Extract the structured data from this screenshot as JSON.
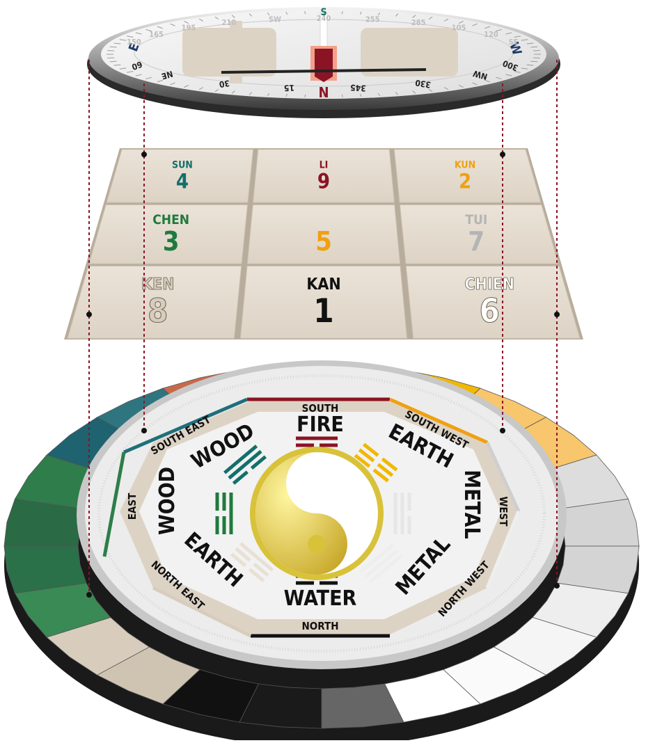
{
  "compass": {
    "north_letter": "N",
    "south_letter": "S",
    "east_letter": "E",
    "west_letter": "W",
    "inner_labels": [
      "15",
      "30",
      "NE",
      "60",
      "345",
      "330",
      "NW",
      "300"
    ],
    "outer_labels": [
      "150",
      "165",
      "195",
      "210",
      "SW",
      "240",
      "255",
      "285",
      "105",
      "120",
      "SE"
    ]
  },
  "lo_shu_grid": {
    "rows": [
      [
        {
          "name": "SUN",
          "number": "4",
          "color": "#12706a"
        },
        {
          "name": "LI",
          "number": "9",
          "color": "#8a1424"
        },
        {
          "name": "KUN",
          "number": "2",
          "color": "#f0a010"
        }
      ],
      [
        {
          "name": "CHEN",
          "number": "3",
          "color": "#1f7a3d"
        },
        {
          "name": "",
          "number": "5",
          "color": "#f0a010"
        },
        {
          "name": "TUI",
          "number": "7",
          "color": "#b4b4b4"
        }
      ],
      [
        {
          "name": "KEN",
          "number": "8",
          "color": "#d8cdbd"
        },
        {
          "name": "KAN",
          "number": "1",
          "color": "#111111"
        },
        {
          "name": "CHIEN",
          "number": "6",
          "color": "#ffffff"
        }
      ]
    ]
  },
  "bagua": {
    "sectors": [
      {
        "direction": "SOUTH",
        "element": "FIRE",
        "color": "#8a1424"
      },
      {
        "direction": "SOUTH WEST",
        "element": "EARTH",
        "color": "#f0a010"
      },
      {
        "direction": "WEST",
        "element": "METAL",
        "color": "#cfcfcf"
      },
      {
        "direction": "NORTH WEST",
        "element": "METAL",
        "color": "#eeeeee"
      },
      {
        "direction": "NORTH",
        "element": "WATER",
        "color": "#111111"
      },
      {
        "direction": "NORTH EAST",
        "element": "EARTH",
        "color": "#d8cdbd"
      },
      {
        "direction": "EAST",
        "element": "WOOD",
        "color": "#2e7d4a"
      },
      {
        "direction": "SOUTH EAST",
        "element": "WOOD",
        "color": "#1f6f7a"
      }
    ],
    "trigrams": [
      {
        "lines": [
          true,
          false,
          true
        ],
        "color": "#8a1424"
      },
      {
        "lines": [
          false,
          false,
          false
        ],
        "color": "#f0b800"
      },
      {
        "lines": [
          false,
          true,
          true
        ],
        "color": "#e6e6e6"
      },
      {
        "lines": [
          true,
          true,
          true
        ],
        "color": "#eeeeee"
      },
      {
        "lines": [
          false,
          true,
          false
        ],
        "color": "#111111"
      },
      {
        "lines": [
          true,
          false,
          false
        ],
        "color": "#e8e0d4"
      },
      {
        "lines": [
          false,
          false,
          true
        ],
        "color": "#1f7a3d"
      },
      {
        "lines": [
          true,
          true,
          false
        ],
        "color": "#12706a"
      }
    ],
    "yin_yang_color": "#d8c23a"
  },
  "outer_ring_colors": {
    "top": [
      "#8a1424",
      "#8a1424",
      "#c76a4a",
      "#2f7580",
      "#1f6270"
    ],
    "right": [
      "#f0b800",
      "#f7c66d",
      "#f7c66d",
      "#dddddd",
      "#d4d4d4",
      "#d4d4d4",
      "#eeeeee"
    ],
    "left": [
      "#2e7d4a",
      "#2a6a45",
      "#2a7048",
      "#3a8a55"
    ],
    "bottom": [
      "#d8cdbd",
      "#cfc4b2",
      "#111111",
      "#1a1a1a",
      "#666666",
      "#ffffff"
    ],
    "bottom_right": [
      "#f5f5f5",
      "#fafafa"
    ]
  }
}
